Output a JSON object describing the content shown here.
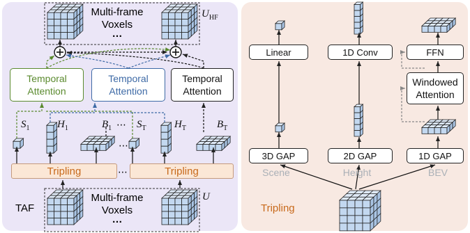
{
  "left_panel": {
    "top_voxels": {
      "line1": "Multi-frame",
      "line2": "Voxels",
      "dots": "…",
      "symbol": "U",
      "symbol_sub": "HF"
    },
    "attention": {
      "green": {
        "line1": "Temporal",
        "line2": "Attention"
      },
      "blue": {
        "line1": "Temporal",
        "line2": "Attention"
      },
      "black": {
        "line1": "Temporal",
        "line2": "Attention"
      }
    },
    "features": {
      "s1": "S",
      "s1_sub": "1",
      "h1": "H",
      "h1_sub": "1",
      "b1": "B",
      "b1_sub": "1",
      "st": "S",
      "st_sub": "T",
      "ht": "H",
      "ht_sub": "T",
      "bt": "B",
      "bt_sub": "T",
      "dots": "⋯"
    },
    "tripling": {
      "left": "Tripling",
      "right": "Tripling",
      "dots": "⋯"
    },
    "bottom_voxels": {
      "line1": "Multi-frame",
      "line2": "Voxels",
      "dots": "…",
      "symbol": "U"
    },
    "taf_label": "TAF"
  },
  "right_panel": {
    "branches": {
      "scene": {
        "head": "Linear",
        "pool": "3D GAP",
        "label": "Scene"
      },
      "height": {
        "head": "1D Conv",
        "pool": "2D GAP",
        "label": "Height"
      },
      "bev": {
        "head": "FFN",
        "attn_line1": "Windowed",
        "attn_line2": "Attention",
        "pool": "1D GAP",
        "label": "BEV"
      }
    },
    "title": "Tripling"
  },
  "colors": {
    "left_bg": "#ebe6f7",
    "right_bg": "#f8e9e2",
    "orange": "#c86a1c",
    "green": "#5a8a2e",
    "blue": "#3e6aa6",
    "cube_face": "#c3d8f0"
  }
}
